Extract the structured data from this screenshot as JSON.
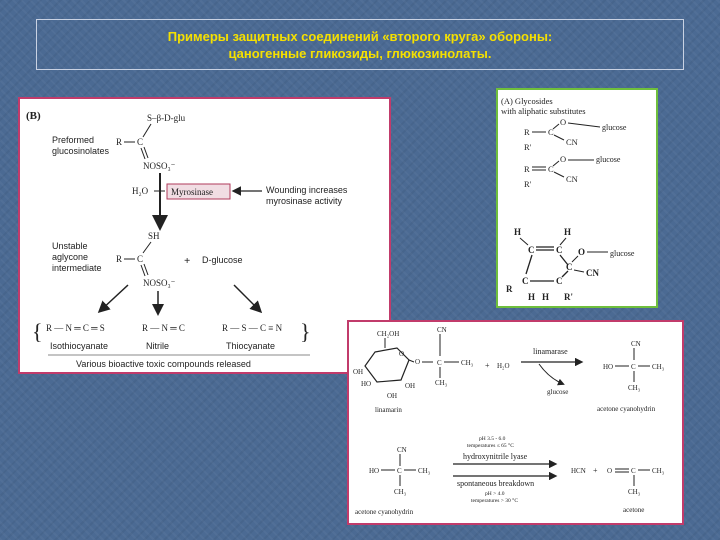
{
  "title": {
    "line1": "Примеры защитных соединений «второго круга» обороны:",
    "line2": "цаногенные гликозиды, глюкозинолаты."
  },
  "panel_b": {
    "label": "(B)",
    "preformed": "Preformed",
    "glucosinolates": "glucosinolates",
    "s_glu": "S–β-D-glu",
    "R": "R",
    "C": "C",
    "nso3": "NOSO₃⁻",
    "h2o": "H₂O",
    "myrosinase": "Myrosinase",
    "wounding1": "Wounding increases",
    "wounding2": "myrosinase activity",
    "unstable": "Unstable",
    "aglycone": "aglycone",
    "intermediate": "intermediate",
    "sh": "SH",
    "plus": "+",
    "dglucose": "D-glucose",
    "iso_formula": "R — N ═ C ═ S",
    "nitrile_formula": "R — N ═ C",
    "thio_formula": "R — S — C ≡ N",
    "isothiocyanate": "Isothiocyanate",
    "nitrile": "Nitrile",
    "thiocyanate": "Thiocyanate",
    "footer": "Various bioactive toxic compounds released"
  },
  "panel_a": {
    "heading1": "(A) Glycosides",
    "heading2": "with aliphatic substitutes",
    "o": "O",
    "glucose1": "glucose",
    "cn": "CN",
    "glucose2": "glucose",
    "glucose3": "glucose",
    "H": "H",
    "C": "C",
    "R": "R",
    "Rp": "R'"
  },
  "panel_c": {
    "ch2oh": "CH₂OH",
    "o": "O",
    "oh": "OH",
    "ho": "HO",
    "cn": "CN",
    "ch3": "CH₃",
    "c": "C",
    "linamarin": "linamarin",
    "plus": "+",
    "h2o": "H₂O",
    "linamarase": "linamarase",
    "glucose": "glucose",
    "acetone_cyanohydrin": "acetone cyanohydrin",
    "ph1": "pH 3.5 - 6.0",
    "temp1": "temperatures ≤ 65 °C",
    "hnl": "hydroxynitrile lyase",
    "spont": "spontaneous breakdown",
    "ph2": "pH > 4.0",
    "temp2": "temperatures > 30 °C",
    "hcn": "HCN",
    "acetone": "acetone"
  }
}
